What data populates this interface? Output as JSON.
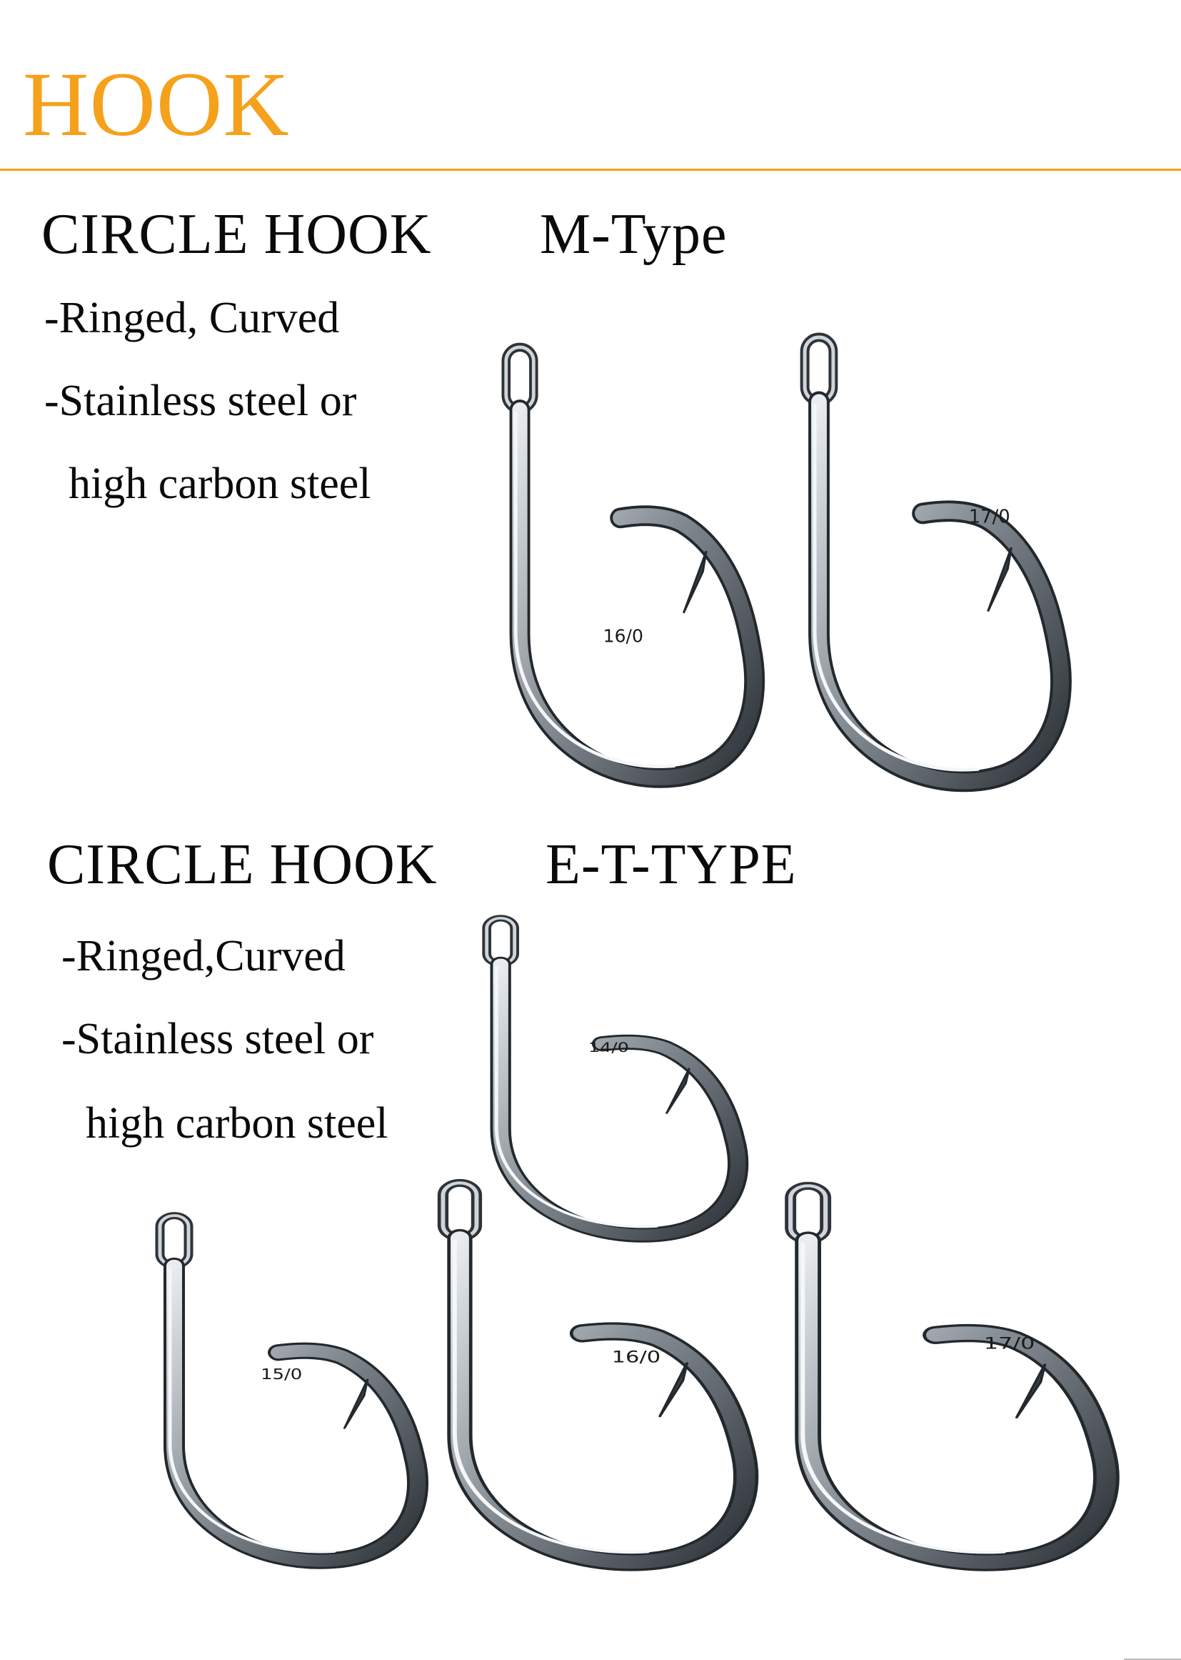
{
  "page": {
    "title": "HOOK",
    "accent_color": "#f5a11b"
  },
  "sections": [
    {
      "heading": "CIRCLE HOOK",
      "type_label": "M-Type",
      "features": [
        "-Ringed, Curved",
        "-Stainless steel or",
        "high carbon steel"
      ],
      "hooks": [
        {
          "size": "16/0"
        },
        {
          "size": "17/0"
        }
      ]
    },
    {
      "heading": "CIRCLE HOOK",
      "type_label": "E-T-TYPE",
      "features": [
        "-Ringed,Curved",
        "-Stainless steel or",
        "high carbon steel"
      ],
      "hooks": [
        {
          "size": "14/0"
        },
        {
          "size": "15/0"
        },
        {
          "size": "16/0"
        },
        {
          "size": "17/0"
        }
      ]
    }
  ]
}
